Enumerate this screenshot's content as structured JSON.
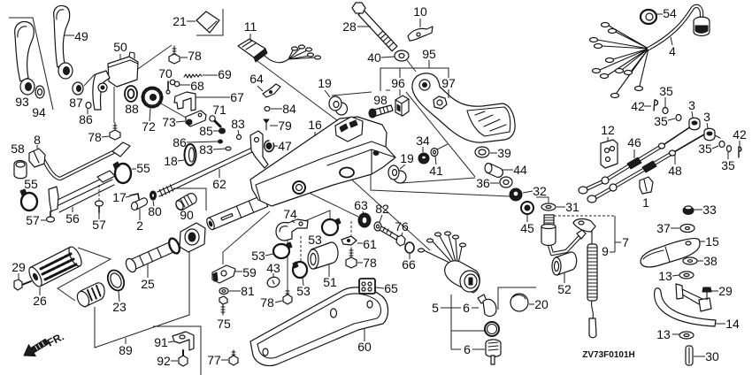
{
  "diagram": {
    "drawing_code": "ZV73F0101H",
    "front_arrow_label": "FR."
  },
  "callouts": {
    "top_left": [
      "93",
      "94",
      "49",
      "50",
      "87",
      "86",
      "88",
      "72",
      "73",
      "70",
      "78",
      "69",
      "68",
      "67",
      "21",
      "71",
      "85",
      "83",
      "86",
      "83",
      "18",
      "47",
      "62"
    ],
    "top_center": [
      "11",
      "64",
      "84",
      "79",
      "16",
      "19",
      "28",
      "10",
      "40",
      "95",
      "96",
      "97",
      "98"
    ],
    "top_right": [
      "54",
      "4",
      "35",
      "42",
      "35",
      "3",
      "3",
      "12",
      "46",
      "42",
      "35",
      "35",
      "48",
      "1"
    ],
    "middle": [
      "34",
      "41",
      "19",
      "39",
      "44",
      "36",
      "32",
      "31",
      "45",
      "63",
      "82",
      "76",
      "61",
      "74"
    ],
    "left": [
      "78",
      "8",
      "58",
      "55",
      "55",
      "17",
      "80",
      "90",
      "57",
      "56",
      "57",
      "2"
    ],
    "bottom_left": [
      "29",
      "26",
      "25",
      "23",
      "89",
      "91",
      "92"
    ],
    "bottom_center": [
      "53",
      "53",
      "78",
      "59",
      "43",
      "51",
      "81",
      "53",
      "78",
      "75",
      "60",
      "77",
      "65",
      "66"
    ],
    "bottom_right": [
      "7",
      "9",
      "52",
      "20",
      "5",
      "6",
      "6",
      "33",
      "37",
      "15",
      "38",
      "13",
      "29",
      "14",
      "13",
      "30"
    ]
  }
}
